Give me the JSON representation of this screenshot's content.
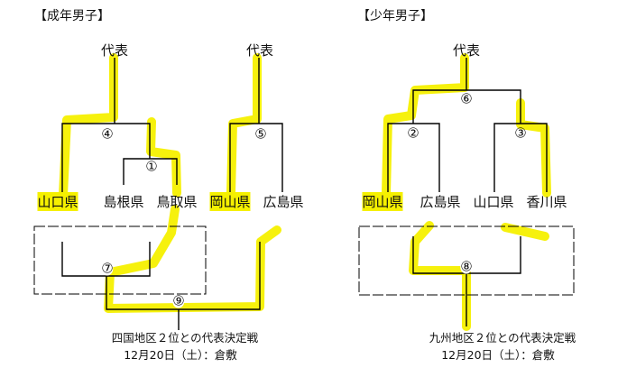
{
  "adult_men": {
    "title": "【成年男子】",
    "representative_left": "代表",
    "representative_right": "代表",
    "teams": [
      "山口県",
      "島根県",
      "鳥取県",
      "岡山県",
      "広島県"
    ],
    "matches": [
      "④",
      "①",
      "⑤",
      "⑦",
      "⑨"
    ],
    "note_line1": "四国地区２位との代表決定戦",
    "note_line2": "12月20日（土）：倉敷"
  },
  "youth_men": {
    "title": "【少年男子】",
    "representative": "代表",
    "teams": [
      "岡山県",
      "広島県",
      "山口県",
      "香川県"
    ],
    "matches": [
      "⑥",
      "②",
      "③",
      "⑧"
    ],
    "note_line1": "九州地区２位との代表決定戦",
    "note_line2": "12月20日（土）：倉敷"
  },
  "colors": {
    "highlight": "#f5f000",
    "line": "#000000"
  }
}
